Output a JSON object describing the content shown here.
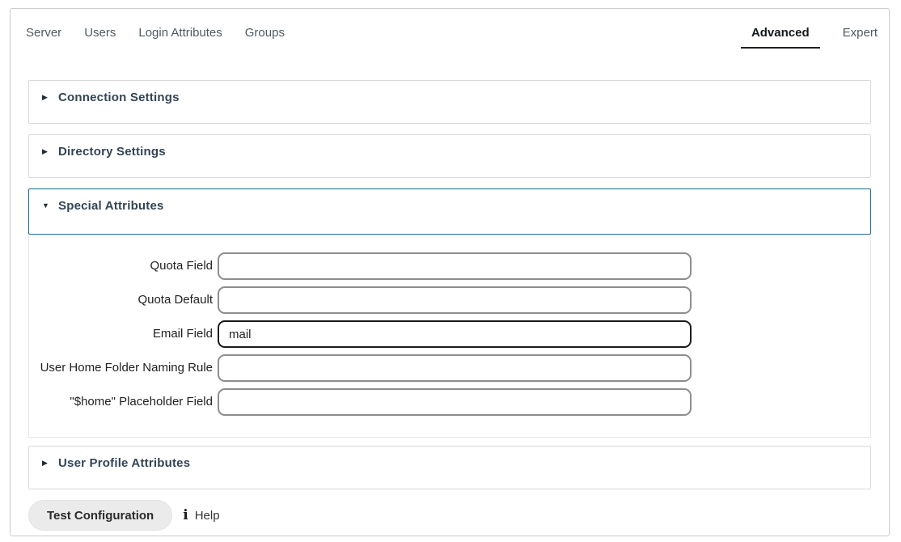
{
  "tabbar": {
    "left_tabs": [
      {
        "label": "Server"
      },
      {
        "label": "Users"
      },
      {
        "label": "Login Attributes"
      },
      {
        "label": "Groups"
      }
    ],
    "right_tabs": [
      {
        "label": "Advanced",
        "active": true
      },
      {
        "label": "Expert",
        "active": false
      }
    ]
  },
  "sections": [
    {
      "title": "Connection Settings",
      "state": "collapsed",
      "caret": "▶"
    },
    {
      "title": "Directory Settings",
      "state": "collapsed",
      "caret": "▶"
    },
    {
      "title": "Special Attributes",
      "state": "expanded",
      "caret": "▼"
    },
    {
      "title": "User Profile Attributes",
      "state": "collapsed",
      "caret": "▶"
    }
  ],
  "special_form": {
    "fields": [
      {
        "label": "Quota Field",
        "value": "",
        "focused": false
      },
      {
        "label": "Quota Default",
        "value": "",
        "focused": false
      },
      {
        "label": "Email Field",
        "value": "mail",
        "focused": true
      },
      {
        "label": "User Home Folder Naming Rule",
        "value": "",
        "focused": false
      },
      {
        "label": "\"$home\" Placeholder Field",
        "value": "",
        "focused": false
      }
    ]
  },
  "footer": {
    "test_button_label": "Test Configuration",
    "help_icon_glyph": "i",
    "help_label": "Help"
  },
  "colors": {
    "accent_blue_border": "#1c6894",
    "section_title": "#334455",
    "active_tab_underline": "#1b1f24",
    "input_border": "#8d8d8d",
    "focused_input_border": "#1b1b1b",
    "button_background": "#ebebeb"
  }
}
